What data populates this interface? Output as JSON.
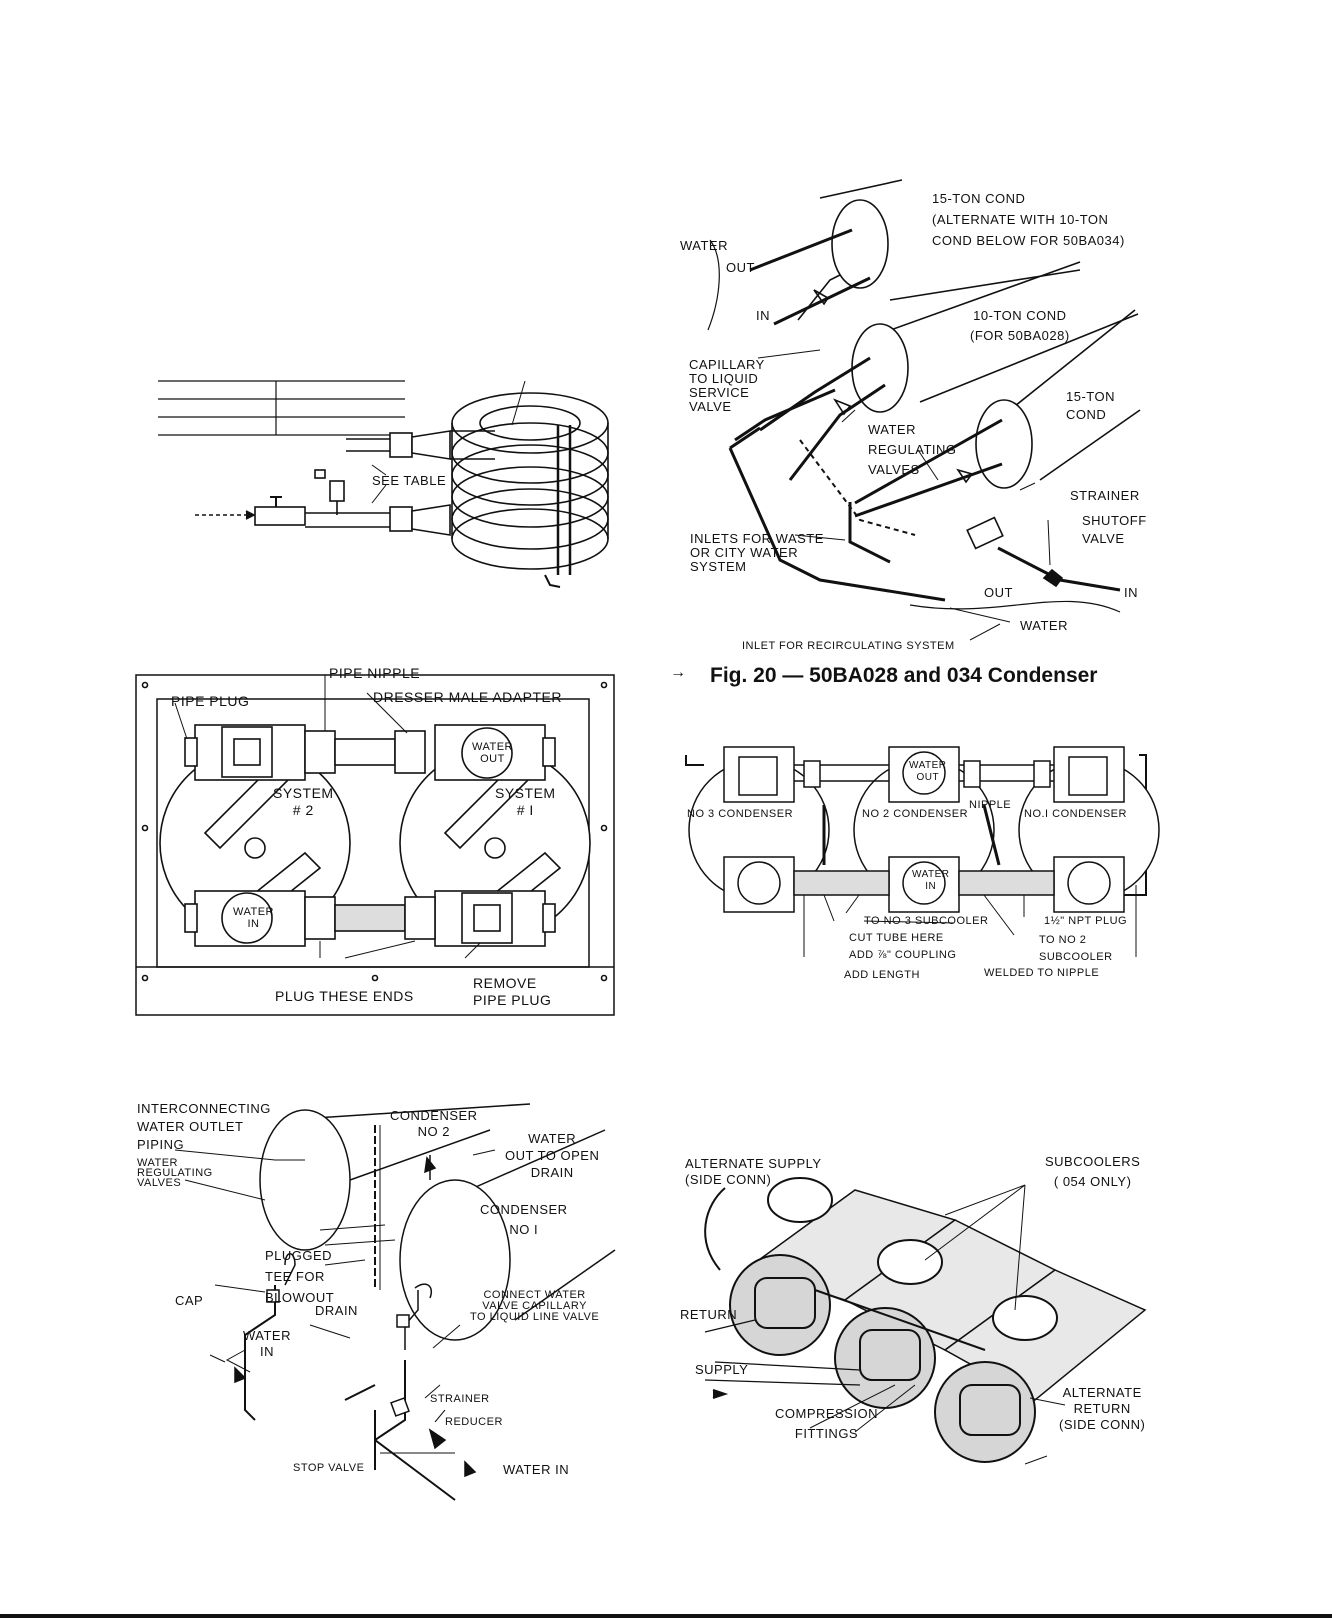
{
  "fig20": {
    "labels": {
      "cond15_top": "15-TON COND\n(ALTERNATE WITH 10-TON\nCOND BELOW FOR 50BA034)",
      "water": "WATER",
      "out": "OUT",
      "in": "IN",
      "cond10": "10-TON COND\n(FOR 50BA028)",
      "capillary": "CAPILLARY\nTO LIQUID\nSERVICE\nVALVE",
      "cond15_right": "15-TON\nCOND",
      "regulating": "WATER\nREGULATING\nVALVES",
      "strainer": "STRAINER",
      "shutoff": "SHUTOFF\nVALVE",
      "inlets": "INLETS FOR WASTE\nOR CITY WATER\nSYSTEM",
      "out_bottom": "OUT",
      "in_bottom": "IN",
      "water_bottom": "WATER",
      "inlet_recirc": "INLET FOR RECIRCULATING SYSTEM"
    },
    "arrow_mark": "→",
    "caption": "Fig. 20 — 50BA028 and 034 Condenser"
  },
  "coil": {
    "labels": {
      "see_table": "SEE TABLE"
    }
  },
  "twin": {
    "labels": {
      "pipe_nipple": "PIPE NIPPLE",
      "pipe_plug": "PIPE PLUG",
      "dresser": "DRESSER MALE ADAPTER",
      "water_out": "WATER\nOUT",
      "system2": "SYSTEM\n# 2",
      "system1": "SYSTEM\n# I",
      "water_in": "WATER\nIN",
      "plug_ends": "PLUG THESE ENDS",
      "remove_plug": "REMOVE\nPIPE PLUG"
    }
  },
  "triple": {
    "labels": {
      "water_out": "WATER\nOUT",
      "nipple": "NIPPLE",
      "no3": "NO 3 CONDENSER",
      "no2": "NO 2 CONDENSER",
      "no1": "NO.I CONDENSER",
      "water_in": "WATER\nIN",
      "to_no3": "TO NO 3 SUBCOOLER",
      "cut_tube": "CUT TUBE HERE",
      "add_coupling": "ADD ⅞\" COUPLING",
      "npt_plug": "1½\" NPT PLUG",
      "to_no2": "TO NO 2\nSUBCOOLER",
      "add_length": "ADD LENGTH",
      "welded": "WELDED TO NIPPLE"
    }
  },
  "piping": {
    "labels": {
      "interconnecting": "INTERCONNECTING\nWATER OUTLET\nPIPING",
      "condenser2": "CONDENSER\nNO 2",
      "water_out_drain": "WATER\nOUT TO OPEN\nDRAIN",
      "regulating": "WATER\nREGULATING\nVALVES",
      "condenser1": "CONDENSER\nNO I",
      "plugged_tee": "PLUGGED\nTEE FOR\nBLOWOUT",
      "cap": "CAP",
      "drain": "DRAIN",
      "connect_capillary": "CONNECT WATER\nVALVE CAPILLARY\nTO LIQUID LINE VALVE",
      "water_in": "WATER\nIN",
      "strainer": "STRAINER",
      "reducer": "REDUCER",
      "stop_valve": "STOP VALVE",
      "water_in2": "WATER IN"
    }
  },
  "subcoolers": {
    "labels": {
      "alt_supply": "ALTERNATE SUPPLY\n(SIDE CONN)",
      "subcoolers": "SUBCOOLERS\n( 054 ONLY)",
      "return": "RETURN",
      "supply": "SUPPLY",
      "compression": "COMPRESSION\nFITTINGS",
      "alt_return": "ALTERNATE\nRETURN\n(SIDE CONN)"
    }
  }
}
